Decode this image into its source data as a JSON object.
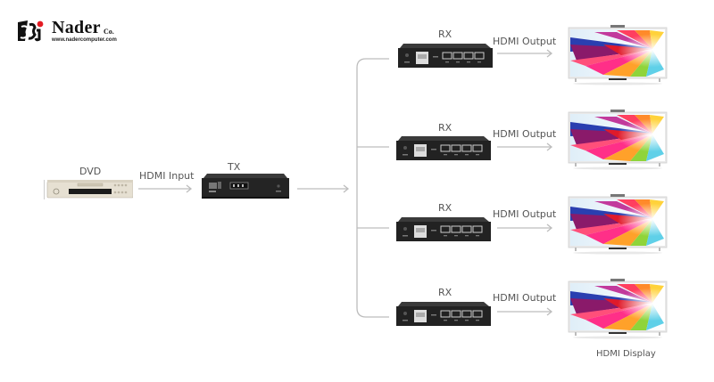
{
  "brand": {
    "name": "Nader",
    "suffix": "Co.",
    "website": "www.nadercomputer.com",
    "accent_color": "#e31b23"
  },
  "diagram": {
    "source": {
      "label": "DVD",
      "link_label": "HDMI Input"
    },
    "transmitter": {
      "label": "TX"
    },
    "receivers": [
      {
        "label": "RX",
        "output_label": "HDMI Output"
      },
      {
        "label": "RX",
        "output_label": "HDMI Output"
      },
      {
        "label": "RX",
        "output_label": "HDMI Output"
      },
      {
        "label": "RX",
        "output_label": "HDMI Output"
      }
    ],
    "displays": [
      {
        "name": "display-1"
      },
      {
        "name": "display-2"
      },
      {
        "name": "display-3"
      },
      {
        "name": "display-4"
      }
    ],
    "display_caption": "HDMI Display",
    "line_color": "#bdbdbd"
  }
}
